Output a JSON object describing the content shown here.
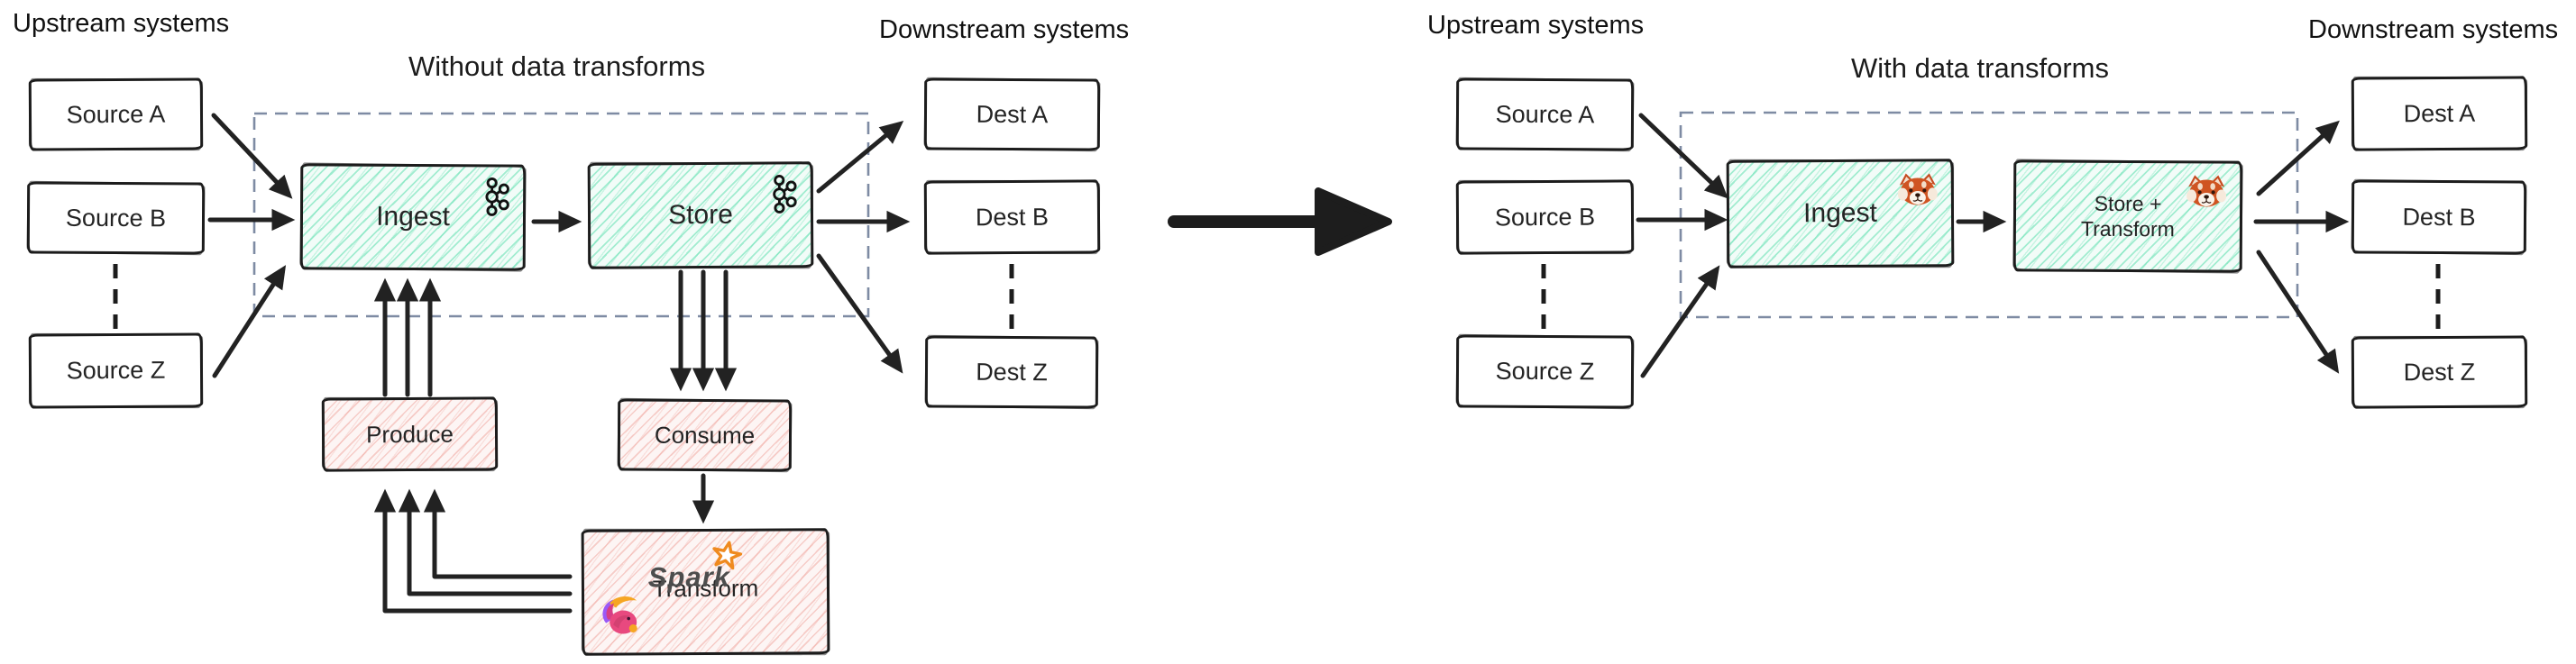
{
  "colors": {
    "ink": "#1c1c1c",
    "arrow": "#222222",
    "dashed_boundary": "#7e8ba3",
    "teal_fill": "#f2fcf8",
    "teal_hatch": "#5fe0b0",
    "pink_fill": "#fdf5f4",
    "pink_hatch": "#f0a29a",
    "spark_orange": "#ef8a1f"
  },
  "left": {
    "upstream_label": "Upstream systems",
    "title": "Without data transforms",
    "downstream_label": "Downstream systems",
    "sources": [
      {
        "label": "Source A"
      },
      {
        "label": "Source B"
      },
      {
        "label": "Source Z"
      }
    ],
    "dests": [
      {
        "label": "Dest A"
      },
      {
        "label": "Dest B"
      },
      {
        "label": "Dest Z"
      }
    ],
    "ingest_label": "Ingest",
    "store_label": "Store",
    "produce_label": "Produce",
    "consume_label": "Consume",
    "transform_label": "Transform",
    "spark_label": "Spark",
    "icons": {
      "ingest": "kafka-logo",
      "store": "kafka-logo",
      "transform_left": "flink-squirrel-logo",
      "transform_right": "spark-star-logo"
    }
  },
  "right": {
    "upstream_label": "Upstream systems",
    "title": "With data transforms",
    "downstream_label": "Downstream systems",
    "sources": [
      {
        "label": "Source A"
      },
      {
        "label": "Source B"
      },
      {
        "label": "Source Z"
      }
    ],
    "dests": [
      {
        "label": "Dest A"
      },
      {
        "label": "Dest B"
      },
      {
        "label": "Dest Z"
      }
    ],
    "ingest_label": "Ingest",
    "store_transform_line1": "Store +",
    "store_transform_line2": "Transform",
    "icons": {
      "ingest": "redpanda-logo",
      "store_transform": "redpanda-logo"
    }
  }
}
